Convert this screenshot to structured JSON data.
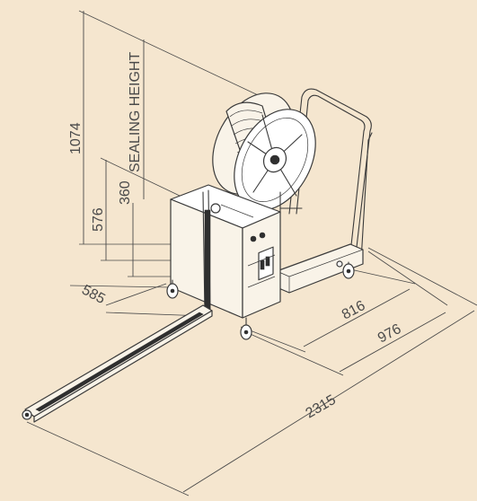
{
  "labels": {
    "height_total": "1074",
    "sealing_height": "SEALING HEIGHT",
    "height_576": "576",
    "height_360": "360",
    "width_585": "585",
    "depth_816": "816",
    "depth_976": "976",
    "length_2315": "2315"
  },
  "colors": {
    "background": "#f5e6cf",
    "line": "#3a3a3a",
    "dimension": "#4a4a4a"
  }
}
